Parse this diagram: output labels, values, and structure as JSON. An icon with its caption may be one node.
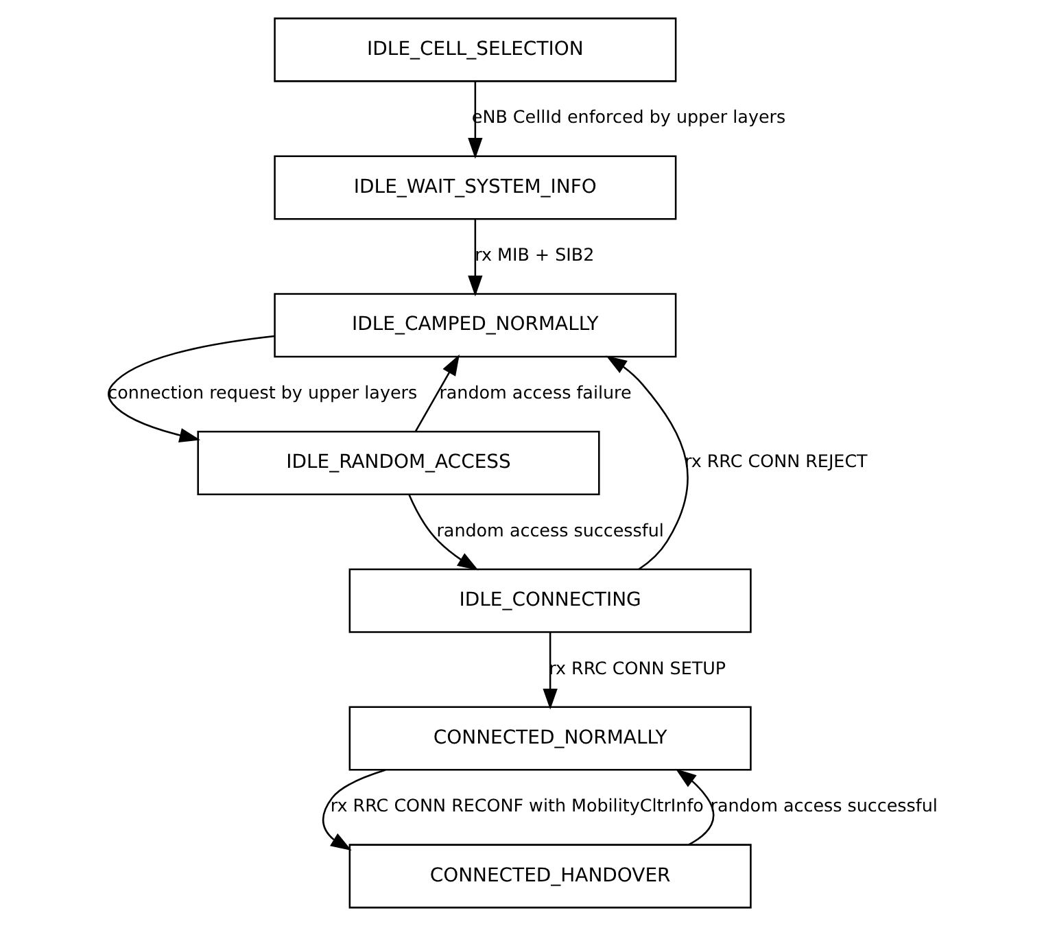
{
  "diagram": {
    "nodes": [
      {
        "text": [
          "IDLE_CELL_SELECTION"
        ]
      },
      {
        "text": [
          "IDLE_WAIT_SYSTEM_INFO"
        ]
      },
      {
        "text": [
          "IDLE_CAMPED_NORMALLY"
        ]
      },
      {
        "text": [
          "IDLE_RANDOM_ACCESS"
        ]
      },
      {
        "text": [
          "IDLE_CONNECTING"
        ]
      },
      {
        "text": [
          "CONNECTED_NORMALLY"
        ]
      },
      {
        "text": [
          "CONNECTED_HANDOVER"
        ]
      }
    ],
    "edges": [
      {
        "from": 0,
        "to": 1,
        "arrow": "to",
        "label": "eNB CellId enforced by upper layers"
      },
      {
        "from": 1,
        "to": 2,
        "arrow": "to",
        "label": "rx MIB + SIB2"
      },
      {
        "from": 2,
        "to": 3,
        "arrow": "to",
        "label": "connection request by upper layers"
      },
      {
        "from": 3,
        "to": 2,
        "arrow": "to",
        "label": "random access failure"
      },
      {
        "from": 3,
        "to": 4,
        "arrow": "to",
        "label": "random access successful"
      },
      {
        "from": 4,
        "to": 2,
        "arrow": "to",
        "label": "rx RRC CONN REJECT"
      },
      {
        "from": 4,
        "to": 5,
        "arrow": "to",
        "label": "rx RRC CONN SETUP"
      },
      {
        "from": 5,
        "to": 6,
        "arrow": "to",
        "label": "rx RRC CONN RECONF with MobilityCltrInfo"
      },
      {
        "from": 6,
        "to": 5,
        "arrow": "to",
        "label": "random access successful"
      }
    ]
  }
}
